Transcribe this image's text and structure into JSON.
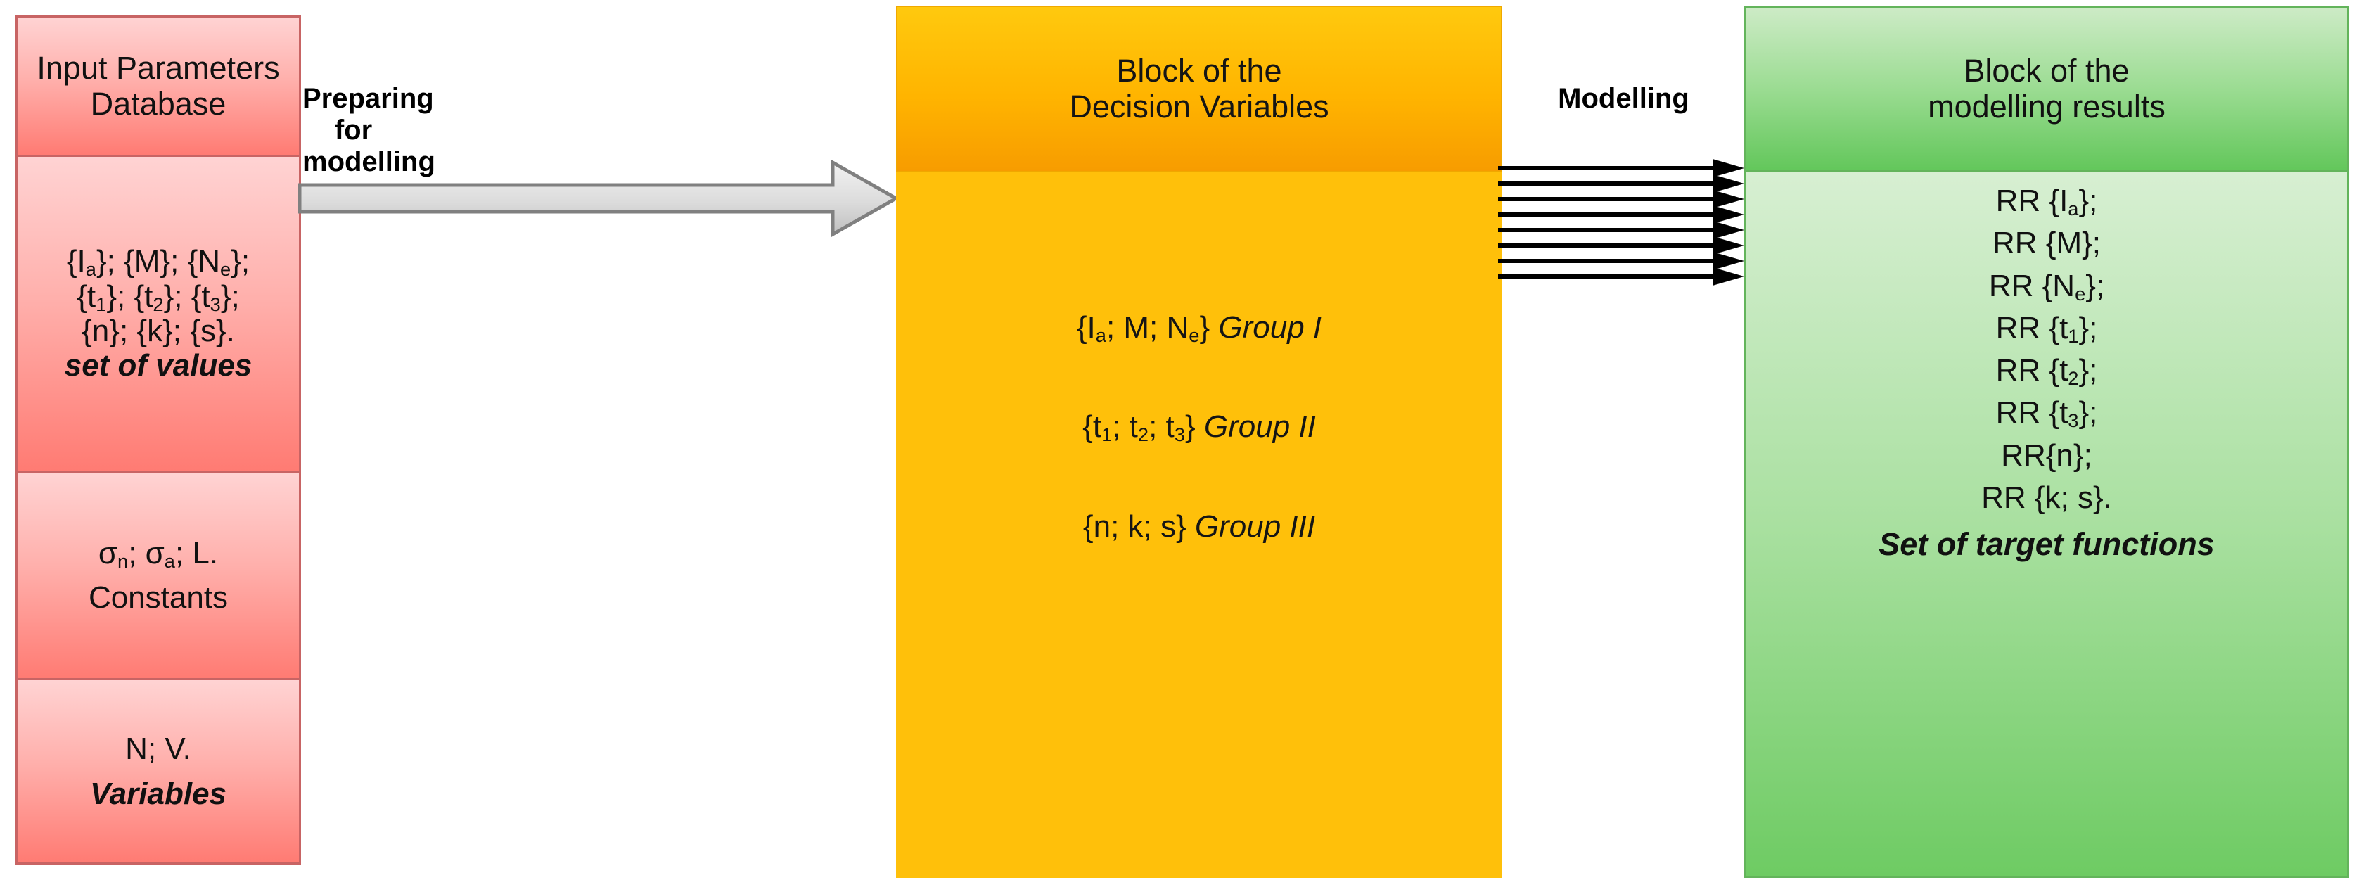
{
  "diagram": {
    "title_hidden": "",
    "colors": {
      "left_border": "#C86464",
      "left_fill_light": "#FFD3D3",
      "left_fill_dark": "#FF7B73",
      "mid_header": "#FFB400",
      "mid_body": "#FFC00A",
      "right_border": "#63B45B",
      "right_fill_light": "#D7EFD2",
      "right_fill_dark": "#6ECB63",
      "block_arrow": "#D0D0D0",
      "thin_arrow": "#000000"
    }
  },
  "left_panel": {
    "name": "Input Parameters Database",
    "header": {
      "line1": "Input Parameters",
      "line2": "Database"
    },
    "values_section": {
      "line1_a": "{I",
      "line1_sub": "a",
      "line1_b": "}; {M}; {N",
      "line1_sub2": "e",
      "line1_c": "};",
      "line2_a": "{t",
      "line2_sub1": "1",
      "line2_b": "}; {t",
      "line2_sub2": "2",
      "line2_c": "}; {t",
      "line2_sub3": "3",
      "line2_d": "};",
      "line3": "{n}; {k}; {s}.",
      "caption": "set of values"
    },
    "constants_section": {
      "line1_a": "σ",
      "line1_sub1": "n",
      "line1_b": "; σ",
      "line1_sub2": "a",
      "line1_c": "; L.",
      "caption": "Constants"
    },
    "variables_section": {
      "line1": "N; V.",
      "caption": "Variables"
    }
  },
  "connector_left": {
    "label": "Preparing\nfor\nmodelling",
    "arrow_icon": "block-arrow-right-icon"
  },
  "mid_panel": {
    "name": "Block of the Decision Variables",
    "header": {
      "line1": "Block of the",
      "line2": "Decision Variables"
    },
    "groups": [
      {
        "set_a": "{I",
        "set_sub": "a",
        "set_b": "; M; N",
        "set_sub2": "e",
        "set_c": "}",
        "group": "Group I"
      },
      {
        "set_a": "{t",
        "set_sub": "1",
        "set_b": "; t",
        "set_sub2": "2",
        "set_c": "; t",
        "set_sub3": "3",
        "set_d": "}",
        "group": "Group II"
      },
      {
        "set_a": "{n; k; s}",
        "group": "Group III"
      }
    ]
  },
  "connector_right": {
    "label": "Modelling",
    "arrow_icon": "arrow-right-icon",
    "arrow_count": 8
  },
  "right_panel": {
    "name": "Block of the modelling results",
    "header": {
      "line1": "Block of the",
      "line2": "modelling results"
    },
    "results": [
      {
        "prefix": "RR {I",
        "sub": "a",
        "suffix": "};"
      },
      {
        "prefix": "RR {M};",
        "sub": "",
        "suffix": ""
      },
      {
        "prefix": "RR {N",
        "sub": "e",
        "suffix": "};"
      },
      {
        "prefix": "RR {t",
        "sub": "1",
        "suffix": "};"
      },
      {
        "prefix": "RR {t",
        "sub": "2",
        "suffix": "};"
      },
      {
        "prefix": "RR {t",
        "sub": "3",
        "suffix": "};"
      },
      {
        "prefix": "RR{n};",
        "sub": "",
        "suffix": ""
      },
      {
        "prefix": "RR {k; s}.",
        "sub": "",
        "suffix": ""
      }
    ],
    "caption": "Set of target functions"
  }
}
